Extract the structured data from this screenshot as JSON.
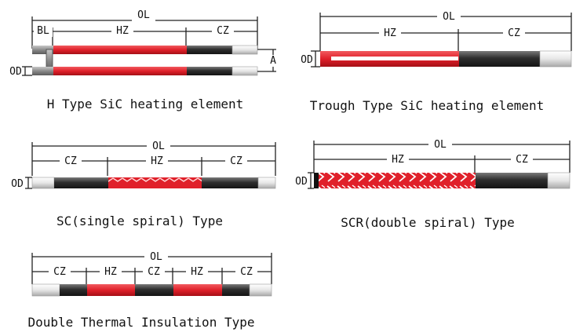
{
  "labels": {
    "ol": "OL",
    "hz": "HZ",
    "cz": "CZ",
    "bl": "BL",
    "od": "OD",
    "a": "A"
  },
  "captions": {
    "h_type": "H Type SiC heating element",
    "trough_type": "Trough Type SiC heating element",
    "sc_type": "SC(single spiral) Type",
    "scr_type": "SCR(double spiral) Type",
    "double_insulation": "Double Thermal Insulation Type"
  },
  "colors": {
    "hot_zone": "#e0202a",
    "cold_zone": "#3a3a3a",
    "terminal": "#f0f0f0",
    "line": "#222222"
  }
}
